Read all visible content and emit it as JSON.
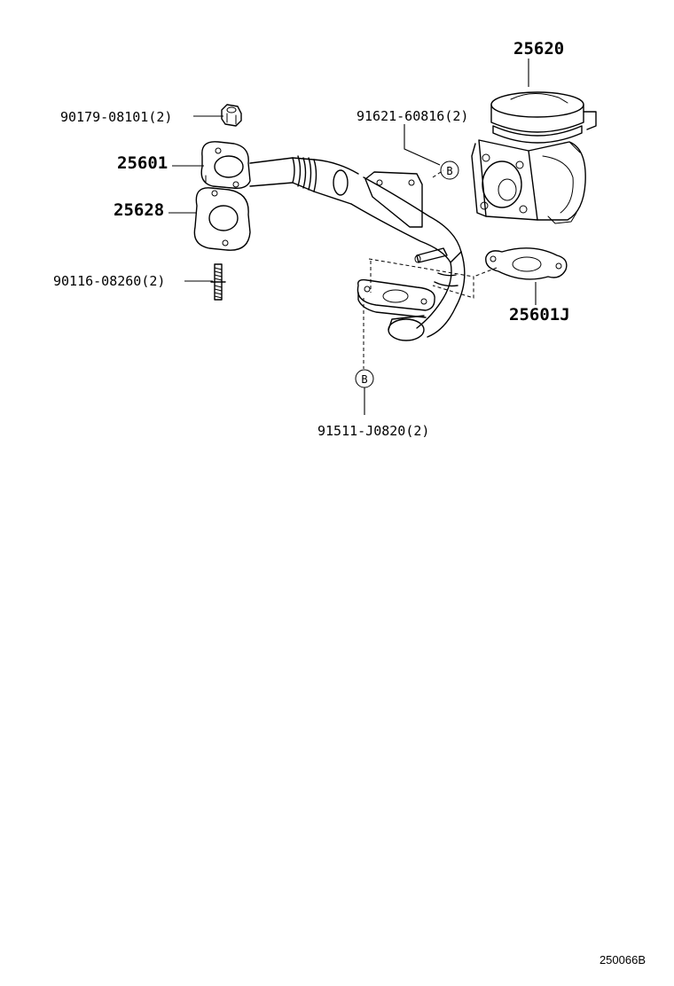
{
  "parts": {
    "p25620": "25620",
    "p90179": "90179-08101(2)",
    "p91621": "91621-60816(2)",
    "p25601": "25601",
    "p25628": "25628",
    "p90116": "90116-08260(2)",
    "p25601J": "25601J",
    "p91511": "91511-J0820(2)"
  },
  "callouts": {
    "b_upper": "B",
    "b_lower": "B"
  },
  "figure_ref": "250066B"
}
